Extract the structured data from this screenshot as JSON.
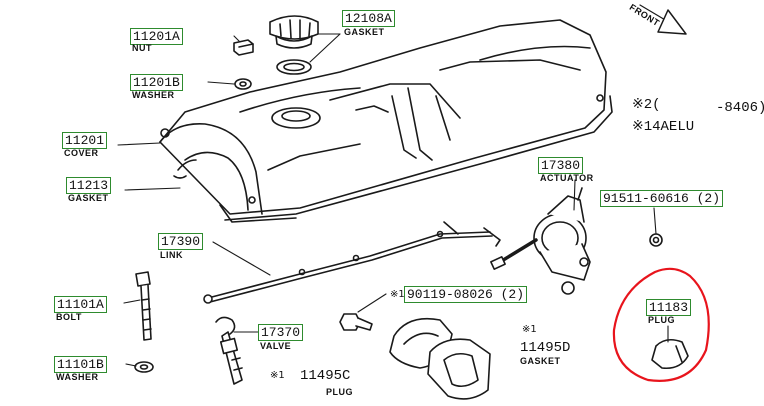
{
  "parts": {
    "nut": {
      "number": "11201A",
      "name": "NUT"
    },
    "cap_gasket": {
      "number": "12108A",
      "name": "GASKET"
    },
    "washer_top": {
      "number": "11201B",
      "name": "WASHER"
    },
    "cover": {
      "number": "11201",
      "name": "COVER"
    },
    "head_gasket": {
      "number": "11213",
      "name": "GASKET"
    },
    "link": {
      "number": "17390",
      "name": "LINK"
    },
    "bolt": {
      "number": "11101A",
      "name": "BOLT"
    },
    "washer_bottom": {
      "number": "11101B",
      "name": "WASHER"
    },
    "valve": {
      "number": "17370",
      "name": "VALVE"
    },
    "actuator": {
      "number": "17380",
      "name": "ACTUATOR"
    },
    "clip": {
      "number": "91511-60616 (2)",
      "name": ""
    },
    "screw": {
      "number": "90119-08026 (2)",
      "marker": "※1"
    },
    "plug_highlighted": {
      "number": "11183",
      "name": "PLUG"
    },
    "plug_lower": {
      "number": "11495C",
      "name": "PLUG",
      "marker": "※1"
    },
    "gasket_lower": {
      "number": "11495D",
      "name": "GASKET",
      "marker": "※1"
    }
  },
  "notes": {
    "line1_marker": "※2(",
    "line1_text": "-8406)",
    "line2": "※14AELU",
    "front_label": "FRONT"
  },
  "colors": {
    "label_border": "#2e8b2e",
    "highlight_circle": "#e8141c",
    "line_art": "#1a1a1a"
  }
}
